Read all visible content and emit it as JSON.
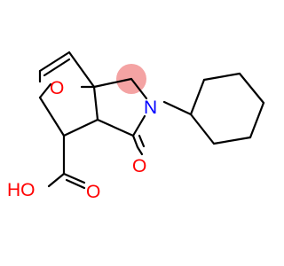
{
  "molecule": {
    "atoms": {
      "ring_oxygen": "O",
      "amide_nitrogen": "N",
      "carbonyl_oxygen": "O",
      "carboxyl_hydroxyl": "HO",
      "carboxyl_oxygen": "O"
    },
    "highlight": {
      "color": "#f4a3a3"
    },
    "colors": {
      "oxygen": "#ff0000",
      "nitrogen": "#0000ff",
      "bond": "#000000"
    }
  }
}
